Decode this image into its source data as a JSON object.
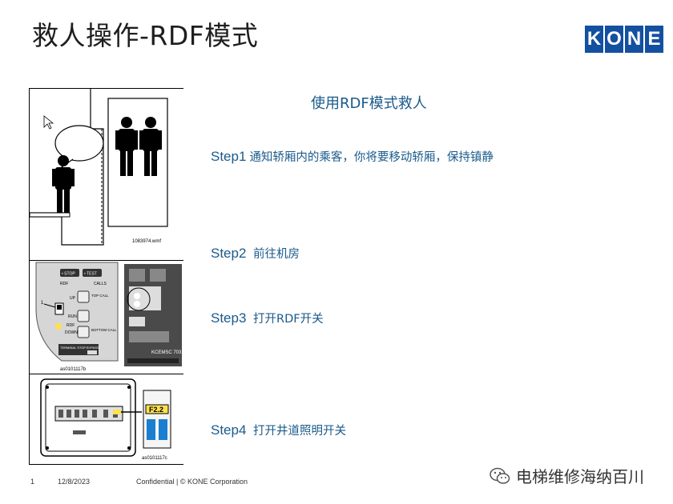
{
  "slide": {
    "title": "救人操作-RDF模式",
    "logo_letters": [
      "K",
      "O",
      "N",
      "E"
    ],
    "subtitle": "使用RDF模式救人",
    "steps": [
      {
        "label": "Step1",
        "text": "通知轿厢内的乘客，你将要移动轿厢，保持镇静"
      },
      {
        "label": "Step2",
        "text": "前往机房"
      },
      {
        "label": "Step3",
        "text": "打开RDF开关"
      },
      {
        "label": "Step4",
        "text": "打开井道照明开关"
      }
    ],
    "footer": {
      "page": "1",
      "date": "12/8/2023",
      "confidential": "Confidential  |  © KONE Corporation"
    },
    "watermark": "电梯维修海纳百川",
    "brand_color": "#1450a0",
    "step_color": "#1a5a8a"
  },
  "figures": {
    "fig1_caption": "1083974.wmf",
    "fig2_caption": "as0101117b",
    "fig3_caption": "as0101117c",
    "fig2_labels": {
      "stop": "• STOP",
      "test": "• TEST",
      "rdf": "RDF",
      "calls": "CALLS",
      "up": "UP",
      "top_call": "TOP CALL",
      "run": "RUN",
      "rdf2": "RDF",
      "down": "DOWN",
      "bottom_call": "BOTTOM CALL",
      "terminal": "TERMINAL STOP BYPASS",
      "marker": "1",
      "board": "KCEMSC 703"
    },
    "fig3_label": "F2.2"
  }
}
